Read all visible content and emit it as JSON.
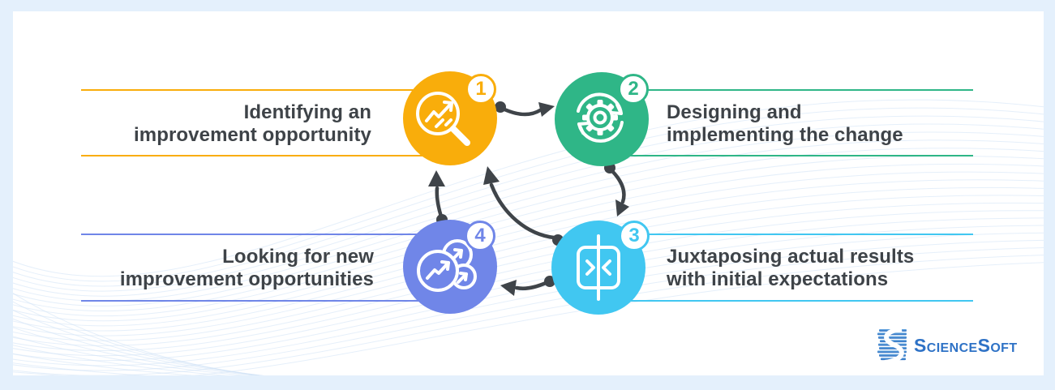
{
  "palette": {
    "outer_background": "#E4F0FC",
    "card_background": "#FFFFFF",
    "wave_line_color": "#CFE2F6",
    "arrow_color": "#3F4449",
    "text_color": "#3E4348"
  },
  "steps": [
    {
      "number": "1",
      "line1": "Identifying an",
      "line2": "improvement opportunity",
      "color": "#F9AD0B",
      "icon": "search-trend-icon"
    },
    {
      "number": "2",
      "line1": "Designing and",
      "line2": "implementing the change",
      "color": "#2FB687",
      "icon": "gear-refresh-icon"
    },
    {
      "number": "3",
      "line1": "Juxtaposing actual results",
      "line2": "with initial expectations",
      "color": "#41C7F1",
      "icon": "compare-icon"
    },
    {
      "number": "4",
      "line1": "Looking for new",
      "line2": "improvement opportunities",
      "color": "#7086E8",
      "icon": "multi-chart-icon"
    }
  ],
  "logo": {
    "text": "ScienceSoft",
    "color": "#2E72C6",
    "mark_color": "#3B82C9"
  }
}
